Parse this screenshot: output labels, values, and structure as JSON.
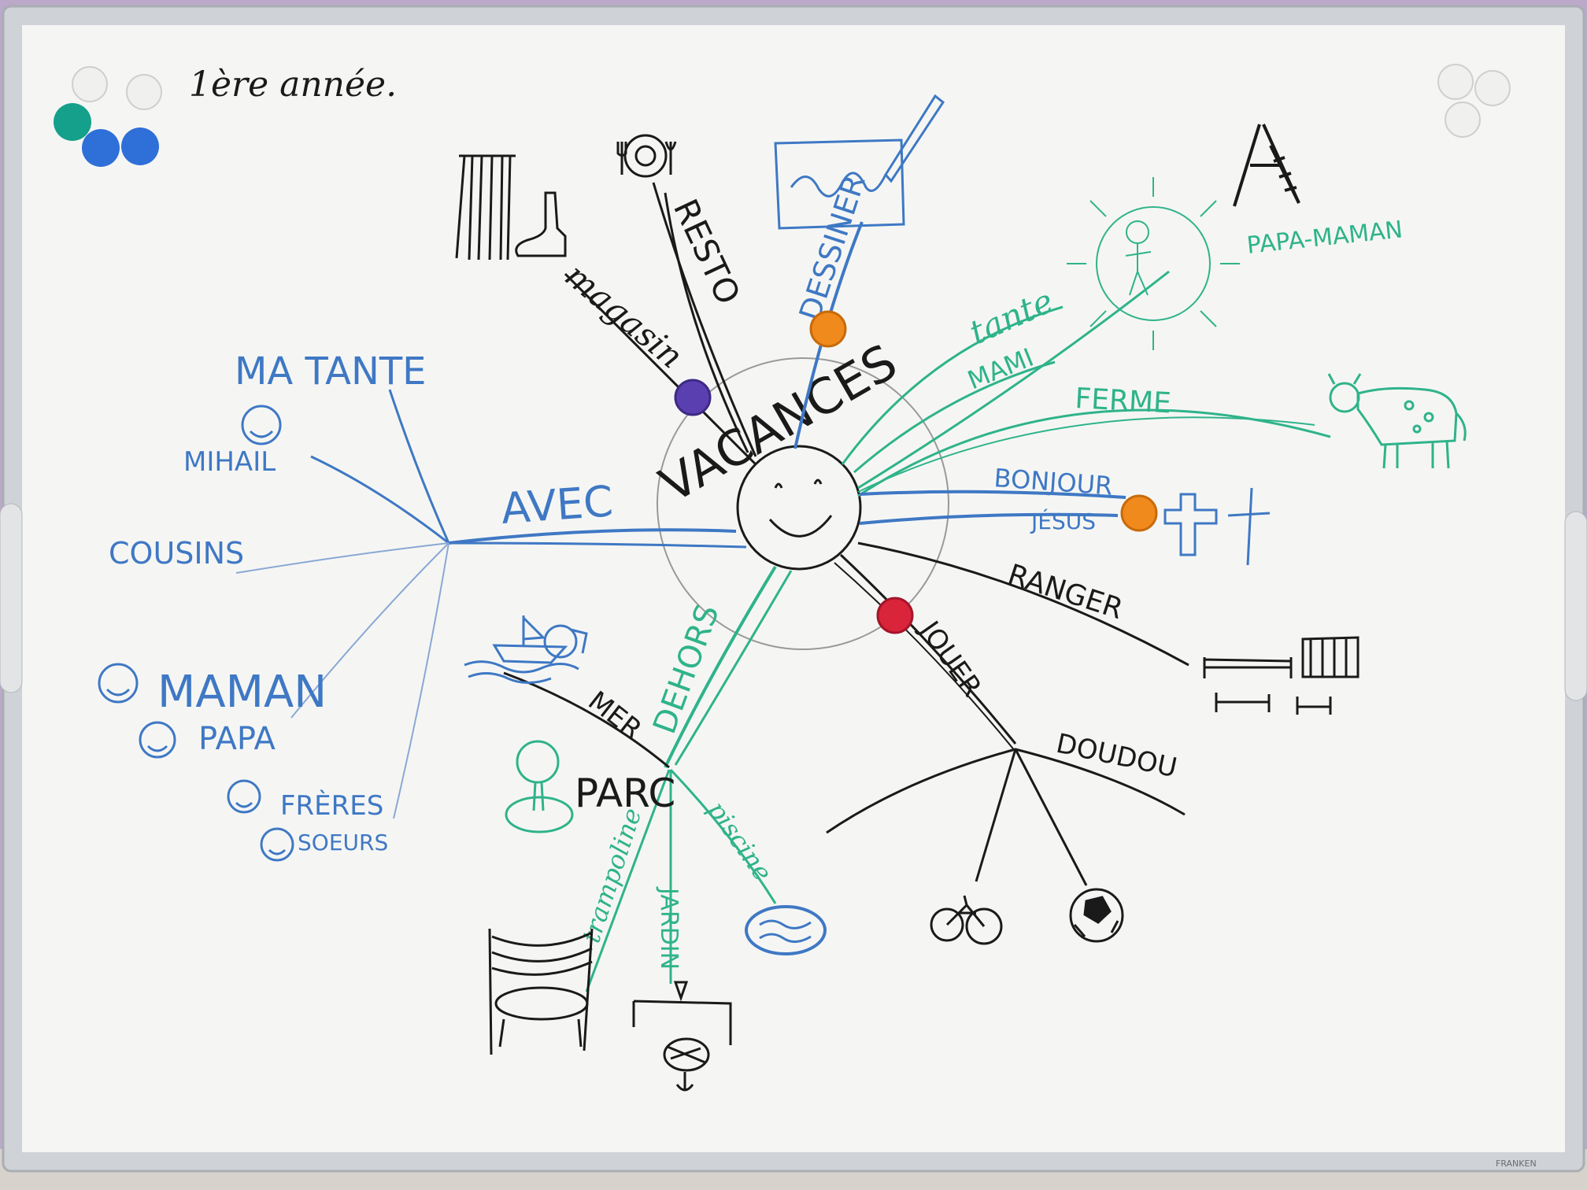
{
  "colors": {
    "black": "#1a1a1a",
    "blue": "#3f78c4",
    "green": "#2fb38a",
    "frame": "#c9cdd2",
    "board": "#f4f5f3",
    "magnet_green": "#14a08a",
    "magnet_blue": "#2f6fd8",
    "magnet_orange": "#f08a1c",
    "magnet_purple": "#5a3fb0",
    "magnet_red": "#d9243a"
  },
  "board": {
    "title": "1ère année.",
    "brand": "FRANKEN"
  },
  "center": {
    "word": "VACANCES",
    "icon": "smiley-face-icon"
  },
  "left_branch": {
    "hub": "AVEC",
    "items": [
      "MA TANTE",
      "MIHAIL",
      "COUSINS",
      "MAMAN",
      "PAPA",
      "FRÈRES",
      "SOEURS"
    ]
  },
  "top_branch": {
    "items": [
      "magasin",
      "RESTO",
      "DESSINER"
    ]
  },
  "right_branch": {
    "items": [
      "tante",
      "PAPA-MAMAN",
      "MAMI",
      "FERME",
      "BONJOUR",
      "JÉSUS",
      "RANGER",
      "JOUER",
      "DOUDOU"
    ]
  },
  "bottom_branch": {
    "hub": "DEHORS",
    "items": [
      "MER",
      "PARC",
      "trampoline",
      "JARDIN",
      "piscine"
    ]
  },
  "icons": [
    "curtain-icon",
    "shoe-icon",
    "plate-fork-icon",
    "drawing-paper-icon",
    "sun-icon",
    "ladder-icon",
    "cow-icon",
    "cross-icon",
    "bed-icon",
    "bicycle-icon",
    "ball-icon",
    "boat-icon",
    "tree-icon",
    "trampoline-icon",
    "garden-icon",
    "pool-icon"
  ]
}
